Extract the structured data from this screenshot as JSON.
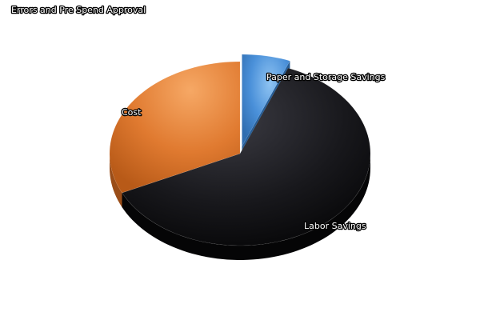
{
  "chart_data": {
    "type": "pie",
    "title": "Errors and Pre Spend Approval",
    "three_d": true,
    "legend": "none",
    "slices": [
      {
        "label": "Paper and Storage Savings",
        "value": 6,
        "color": "#3d85c6",
        "exploded": true
      },
      {
        "label": "Labor Savings",
        "value": 62,
        "color": "#1e1e22",
        "exploded": false
      },
      {
        "label": "Cost",
        "value": 32,
        "color": "#e07a30",
        "exploded": false
      }
    ]
  }
}
